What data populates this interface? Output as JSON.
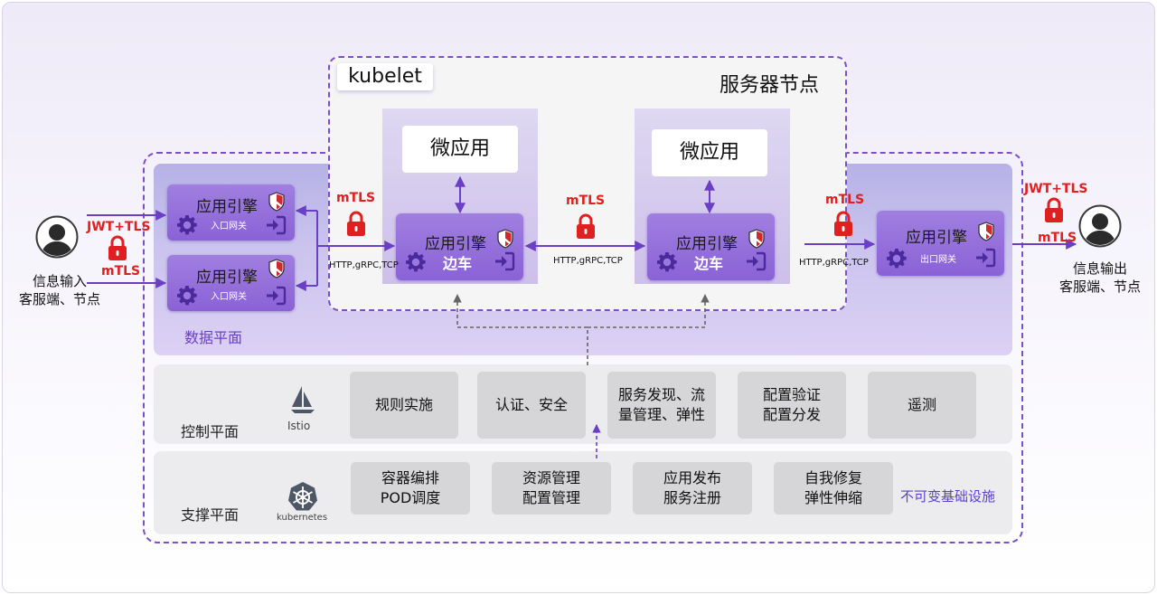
{
  "server_node": {
    "kubelet": "kubelet",
    "title": "服务器节点"
  },
  "micro_app": "微应用",
  "engine_title": "应用引擎",
  "sidecar_label": "边车",
  "ingress_label": "入口网关",
  "egress_label": "出口网关",
  "mtls": "mTLS",
  "jwt_tls": "JWT+TLS",
  "protocol": "HTTP,gRPC,TCP",
  "client_in": {
    "line1": "信息输入",
    "line2": "客服端、节点"
  },
  "client_out": {
    "line1": "信息输出",
    "line2": "客服端、节点"
  },
  "data_plane": "数据平面",
  "control_plane": {
    "label": "控制平面",
    "logo": "Istio",
    "items": [
      "规则实施",
      "认证、安全",
      "服务发现、流\n量管理、弹性",
      "配置验证\n配置分发",
      "遥测"
    ]
  },
  "support_plane": {
    "label": "支撑平面",
    "logo": "kubernetes",
    "items": [
      "容器编排\nPOD调度",
      "资源管理\n配置管理",
      "应用发布\n服务注册",
      "自我修复\n弹性伸缩"
    ],
    "note": "不可变基础设施"
  },
  "colors": {
    "accent": "#7b4fc9",
    "engine": "#8a62d6",
    "lock": "#e02020",
    "shield": "#d0282d",
    "gray_box": "#d6d6d8"
  }
}
